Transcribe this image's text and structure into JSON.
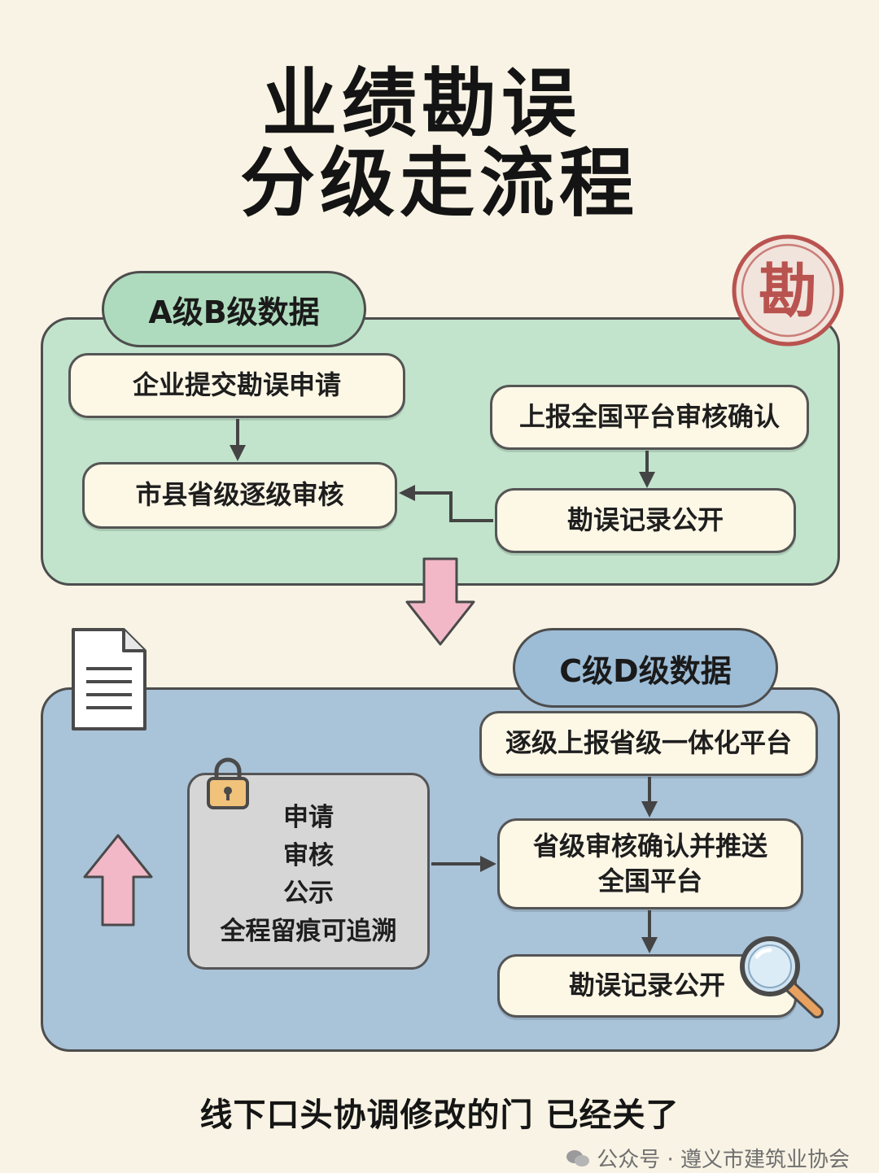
{
  "title": {
    "line1": "业绩勘误",
    "line2": "分级走流程"
  },
  "stamp": {
    "char": "勘",
    "color": "#b9534f"
  },
  "section_ab": {
    "label": "A级B级数据",
    "steps": {
      "submit": "企业提交勘误申请",
      "review": "市县省级逐级审核",
      "report": "上报全国平台审核确认",
      "publish": "勘误记录公开"
    },
    "color": "#c2e4cc"
  },
  "section_cd": {
    "label": "C级D级数据",
    "steps": {
      "province": "逐级上报省级一体化平台",
      "confirm_line1": "省级审核确认并推送",
      "confirm_line2": "全国平台",
      "publish": "勘误记录公开"
    },
    "process": [
      "申请",
      "审核",
      "公示",
      "全程留痕可追溯"
    ],
    "color": "#a9c3d9"
  },
  "icons": {
    "stamp": "stamp-icon",
    "document": "document-icon",
    "lock": "lock-icon",
    "magnifier": "magnifier-icon",
    "arrow_down": "pink-arrow-down-icon",
    "arrow_up": "pink-arrow-up-icon"
  },
  "accent_pink": "#f2b8c8",
  "footer": "线下口头协调修改的门 已经关了",
  "watermark": "公众号 · 遵义市建筑业协会"
}
